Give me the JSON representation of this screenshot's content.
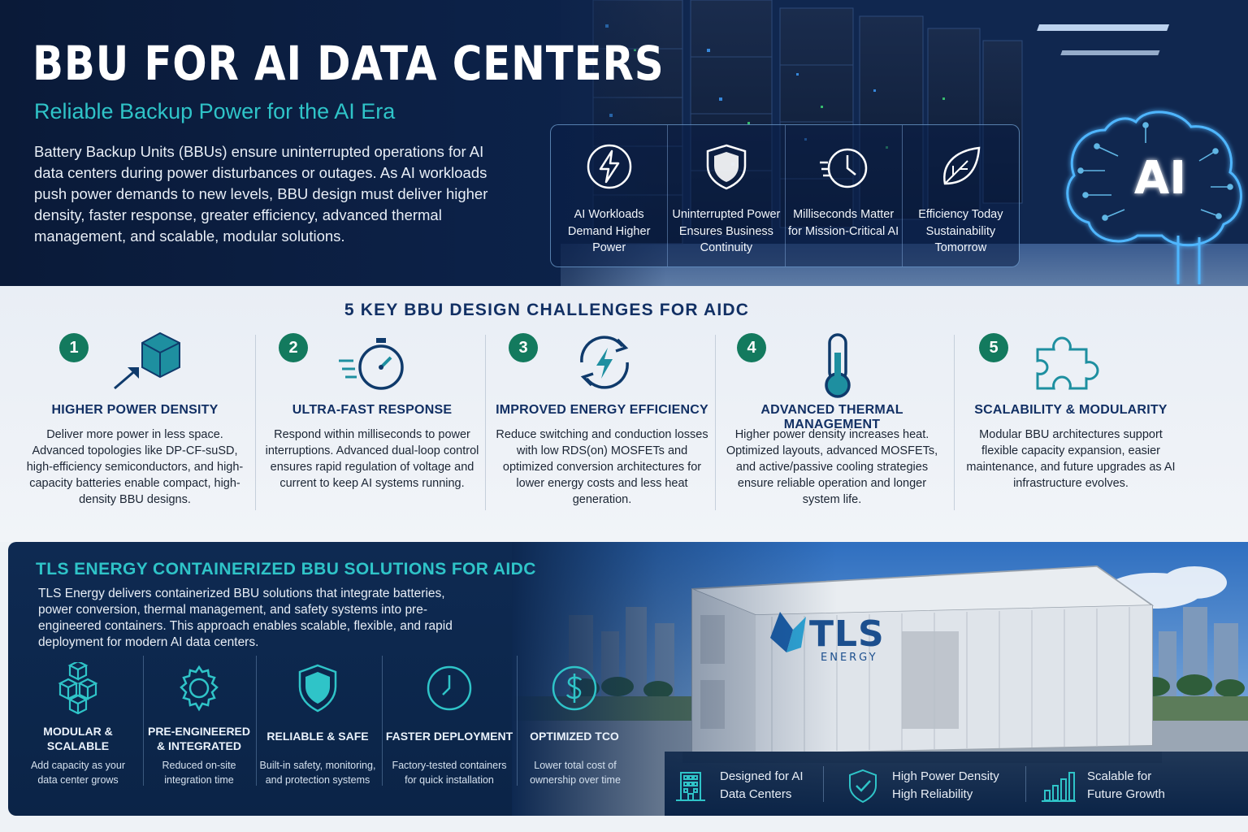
{
  "hero": {
    "title": "BBU FOR AI DATA CENTERS",
    "subtitle": "Reliable Backup Power for the AI Era",
    "description": "Battery Backup Units (BBUs) ensure uninterrupted operations for AI data centers during power disturbances or outages. As AI workloads push power demands to new levels, BBU design must deliver higher density, faster response, greater efficiency, advanced thermal management, and scalable, modular solutions.",
    "features": [
      {
        "icon": "lightning-icon",
        "label": "AI Workloads Demand Higher Power"
      },
      {
        "icon": "shield-icon",
        "label": "Uninterrupted Power Ensures Business Continuity"
      },
      {
        "icon": "clock-icon",
        "label": "Milliseconds Matter for Mission-Critical AI"
      },
      {
        "icon": "leaf-icon",
        "label": "Efficiency Today Sustainability Tomorrow"
      }
    ],
    "brain_label": "AI"
  },
  "challenges": {
    "heading": "5 KEY BBU DESIGN CHALLENGES FOR AIDC",
    "items": [
      {
        "num": "1",
        "icon": "cube-arrow-icon",
        "title": "HIGHER POWER DENSITY",
        "body": "Deliver more power in less space. Advanced topologies like DP-CF-suSD, high-efficiency semiconductors, and high-capacity batteries enable compact, high-density BBU designs."
      },
      {
        "num": "2",
        "icon": "stopwatch-icon",
        "title": "ULTRA-FAST RESPONSE",
        "body": "Respond within milliseconds to power interruptions. Advanced dual-loop control ensures rapid regulation of voltage and current to keep AI systems running."
      },
      {
        "num": "3",
        "icon": "energy-cycle-icon",
        "title": "IMPROVED ENERGY EFFICIENCY",
        "body": "Reduce switching and conduction losses with low RDS(on) MOSFETs and optimized conversion architectures for lower energy costs and less heat generation."
      },
      {
        "num": "4",
        "icon": "thermometer-icon",
        "title": "ADVANCED THERMAL MANAGEMENT",
        "body": "Higher power density increases heat. Optimized layouts, advanced MOSFETs, and active/passive cooling strategies ensure reliable operation and longer system life."
      },
      {
        "num": "5",
        "icon": "puzzle-icon",
        "title": "SCALABILITY & MODULARITY",
        "body": "Modular BBU architectures support flexible capacity expansion, easier maintenance, and future upgrades as AI infrastructure evolves."
      }
    ]
  },
  "solutions": {
    "title": "TLS ENERGY CONTAINERIZED BBU SOLUTIONS FOR AIDC",
    "description": "TLS Energy delivers containerized BBU solutions that integrate batteries, power conversion, thermal management, and safety systems into pre-engineered containers. This approach enables scalable, flexible, and rapid deployment for modern AI data centers.",
    "features": [
      {
        "icon": "stacked-cubes-icon",
        "title": "MODULAR & SCALABLE",
        "desc": "Add capacity as your data center grows"
      },
      {
        "icon": "gear-icon",
        "title": "PRE-ENGINEERED & INTEGRATED",
        "desc": "Reduced on-site integration time"
      },
      {
        "icon": "shield-icon",
        "title": "RELIABLE & SAFE",
        "desc": "Built-in safety, monitoring, and protection systems"
      },
      {
        "icon": "clock-icon",
        "title": "FASTER DEPLOYMENT",
        "desc": "Factory-tested containers for quick installation"
      },
      {
        "icon": "dollar-icon",
        "title": "OPTIMIZED TCO",
        "desc": "Lower total cost of ownership over time"
      }
    ],
    "container_brand": "TLS",
    "container_brand_sub": "ENERGY",
    "strip": [
      {
        "icon": "building-icon",
        "line1": "Designed for AI",
        "line2": "Data Centers"
      },
      {
        "icon": "shield-check-icon",
        "line1": "High Power Density",
        "line2": "High Reliability"
      },
      {
        "icon": "bar-chart-icon",
        "line1": "Scalable for",
        "line2": "Future Growth"
      }
    ]
  },
  "colors": {
    "navy": "#123064",
    "teal": "#2fc4c8",
    "badge_green": "#137a5e",
    "icon_teal": "#1e8fa0"
  }
}
